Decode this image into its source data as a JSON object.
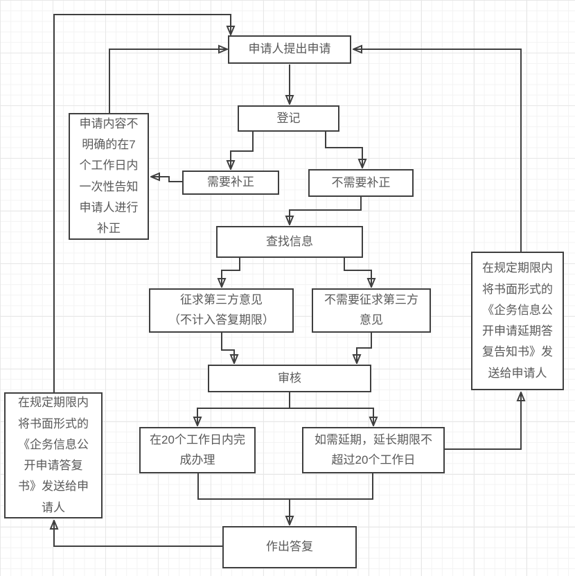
{
  "diagram": {
    "type": "flowchart",
    "language": "zh-CN",
    "colors": {
      "line": "#3f3f3f",
      "box_border": "#3f3f3f",
      "box_fill": "#ffffff",
      "text": "#595959",
      "grid_minor": "#f3f3f3",
      "grid_major": "#e7e7e7",
      "background": "#ffffff"
    },
    "nodes": {
      "apply": {
        "label": "申请人提出申请"
      },
      "register": {
        "label": "登记"
      },
      "clarify": {
        "label": "申请内容不\n明确的在7\n个工作日内\n一次性告知\n申请人进行\n补正"
      },
      "need": {
        "label": "需要补正"
      },
      "nocorr": {
        "label": "不需要补正"
      },
      "search": {
        "label": "查找信息"
      },
      "third": {
        "label": "征求第三方意见\n（不计入答复期限）"
      },
      "nothird": {
        "label": "不需要征求第三方\n意见"
      },
      "review": {
        "label": "审核"
      },
      "complete": {
        "label": "在20个工作日内完\n成办理"
      },
      "extend": {
        "label": "如需延期，延长期限不\n超过20个工作日"
      },
      "noticeext": {
        "label": "在规定期限内\n将书面形式的\n《企务信息公\n开申请延期答\n复告知书》发\n送给申请人"
      },
      "noticereply": {
        "label": "在规定期限内\n将书面形式的\n《企务信息公\n开申请答复\n书》发送给申\n请人"
      },
      "reply": {
        "label": "作出答复"
      }
    },
    "edges": [
      {
        "from": "apply",
        "to": "register"
      },
      {
        "from": "register",
        "to": "need"
      },
      {
        "from": "register",
        "to": "nocorr"
      },
      {
        "from": "need",
        "to": "clarify"
      },
      {
        "from": "clarify",
        "to": "apply"
      },
      {
        "from": "nocorr",
        "to": "search"
      },
      {
        "from": "search",
        "to": "third"
      },
      {
        "from": "search",
        "to": "nothird"
      },
      {
        "from": "third",
        "to": "review"
      },
      {
        "from": "nothird",
        "to": "review"
      },
      {
        "from": "review",
        "to": "complete"
      },
      {
        "from": "review",
        "to": "extend"
      },
      {
        "from": "complete",
        "to": "reply"
      },
      {
        "from": "extend",
        "to": "reply"
      },
      {
        "from": "extend",
        "to": "noticeext"
      },
      {
        "from": "noticeext",
        "to": "apply"
      },
      {
        "from": "reply",
        "to": "noticereply"
      },
      {
        "from": "noticereply",
        "to": "apply"
      }
    ]
  }
}
